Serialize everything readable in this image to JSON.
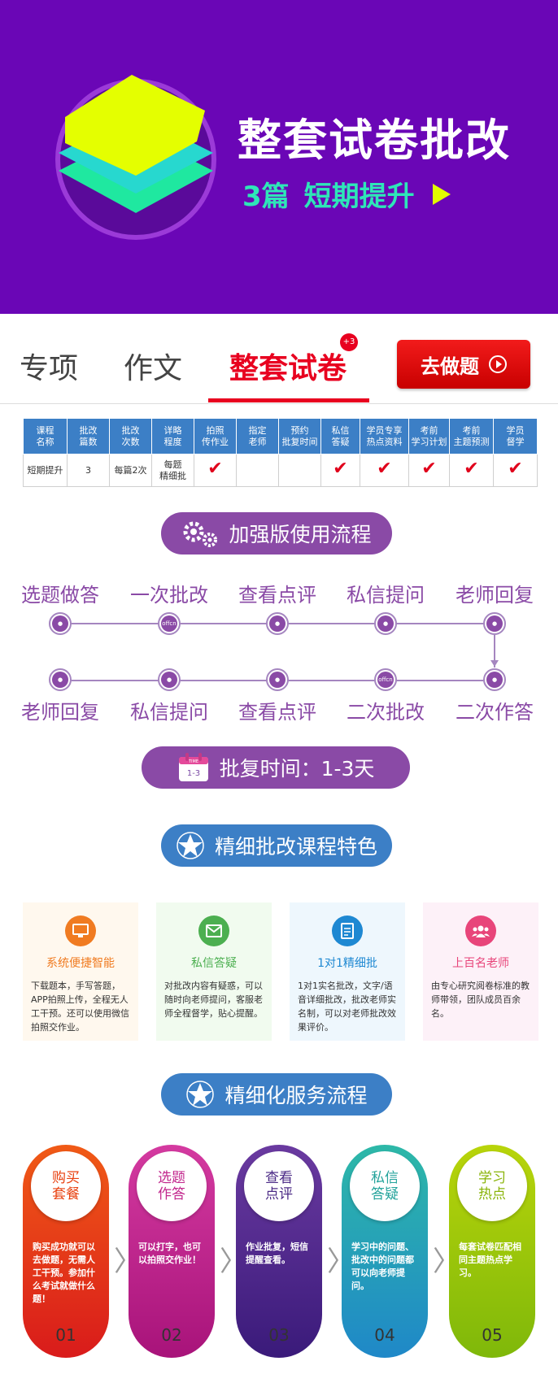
{
  "hero": {
    "title": "整套试卷批改",
    "sub_number": "3篇",
    "sub_text": "短期提升",
    "colors": {
      "background": "#6a06b6",
      "accent": "#2ee6b8",
      "play": "#e2fb00"
    },
    "icons": [
      "stacked-layers-logo",
      "play-icon"
    ]
  },
  "tabs": {
    "items": [
      {
        "label": "专项"
      },
      {
        "label": "作文"
      },
      {
        "label": "整套试卷"
      }
    ],
    "active": "整套试卷",
    "badge": "+3",
    "go_button": "去做题",
    "colors": {
      "active": "#e8001f"
    }
  },
  "table": {
    "headers": [
      [
        "课程",
        "名称"
      ],
      [
        "批改",
        "篇数"
      ],
      [
        "批改",
        "次数"
      ],
      [
        "详略",
        "程度"
      ],
      [
        "拍照",
        "传作业"
      ],
      [
        "指定",
        "老师"
      ],
      [
        "预约",
        "批复时间"
      ],
      [
        "私信",
        "答疑"
      ],
      [
        "学员专享",
        "热点资料"
      ],
      [
        "考前",
        "学习计划"
      ],
      [
        "考前",
        "主题预测"
      ],
      [
        "学员",
        "督学"
      ]
    ],
    "row": {
      "name": "短期提升",
      "count": "3",
      "times": "每篇2次",
      "detail": [
        "每题",
        "精细批"
      ],
      "checks": [
        true,
        false,
        false,
        true,
        true,
        true,
        true,
        true
      ]
    },
    "check_mark": "✔"
  },
  "flow": {
    "heading": "加强版使用流程",
    "top_row": [
      "选题做答",
      "一次批改",
      "查看点评",
      "私信提问",
      "老师回复"
    ],
    "bottom_row": [
      "老师回复",
      "私信提问",
      "查看点评",
      "二次批改",
      "二次作答"
    ],
    "node_text": "offcn",
    "reply_time": "批复时间：1-3天",
    "calendar_text": "1-3",
    "calendar_label": "TIME"
  },
  "features": {
    "heading": "精细批改课程特色",
    "cards": [
      {
        "title": "系统便捷智能",
        "desc": "下载题本，手写答题，APP拍照上传，全程无人工干预。还可以使用微信拍照交作业。",
        "color": "#f07b21",
        "bg": "#fff8ee",
        "icon": "monitor-icon"
      },
      {
        "title": "私信答疑",
        "desc": "对批改内容有疑惑，可以随时向老师提问，客服老师全程督学，贴心提醒。",
        "color": "#4caf50",
        "bg": "#f1fbef",
        "icon": "mail-icon"
      },
      {
        "title": "1对1精细批",
        "desc": "1对1实名批改，文字/语音详细批改，批改老师实名制，可以对老师批改效果评价。",
        "color": "#1e88d2",
        "bg": "#eef7fd",
        "icon": "document-icon"
      },
      {
        "title": "上百名老师",
        "desc": "由专心研究阅卷标准的教师带领，团队成员百余名。",
        "color": "#e8457a",
        "bg": "#fdf1f8",
        "icon": "team-icon"
      }
    ]
  },
  "service": {
    "heading": "精细化服务流程",
    "steps": [
      {
        "title": "购买套餐",
        "desc": "购买成功就可以去做题，无需人工干预。参加什么考试就做什么题！",
        "num": "01",
        "color_top": "#f05a16",
        "color_bottom": "#d91b1b",
        "title_color": "#e8400f"
      },
      {
        "title": "选题作答",
        "desc": "可以打字，也可以拍照交作业！",
        "num": "02",
        "color_top": "#d43aa0",
        "color_bottom": "#a8137a",
        "title_color": "#c2278d"
      },
      {
        "title": "查看点评",
        "desc": "作业批复，短信提醒查看。",
        "num": "03",
        "color_top": "#6a3aa0",
        "color_bottom": "#3a1a7a",
        "title_color": "#4b2a86"
      },
      {
        "title": "私信答疑",
        "desc": "学习中的问题、批改中的问题都可以向老师提问。",
        "num": "04",
        "color_top": "#2db8a8",
        "color_bottom": "#1f88c8",
        "title_color": "#23a39b"
      },
      {
        "title": "学习热点",
        "desc": "每套试卷匹配相同主题热点学习。",
        "num": "05",
        "color_top": "#b8d40a",
        "color_bottom": "#7fb80a",
        "title_color": "#8ab40a"
      }
    ]
  }
}
